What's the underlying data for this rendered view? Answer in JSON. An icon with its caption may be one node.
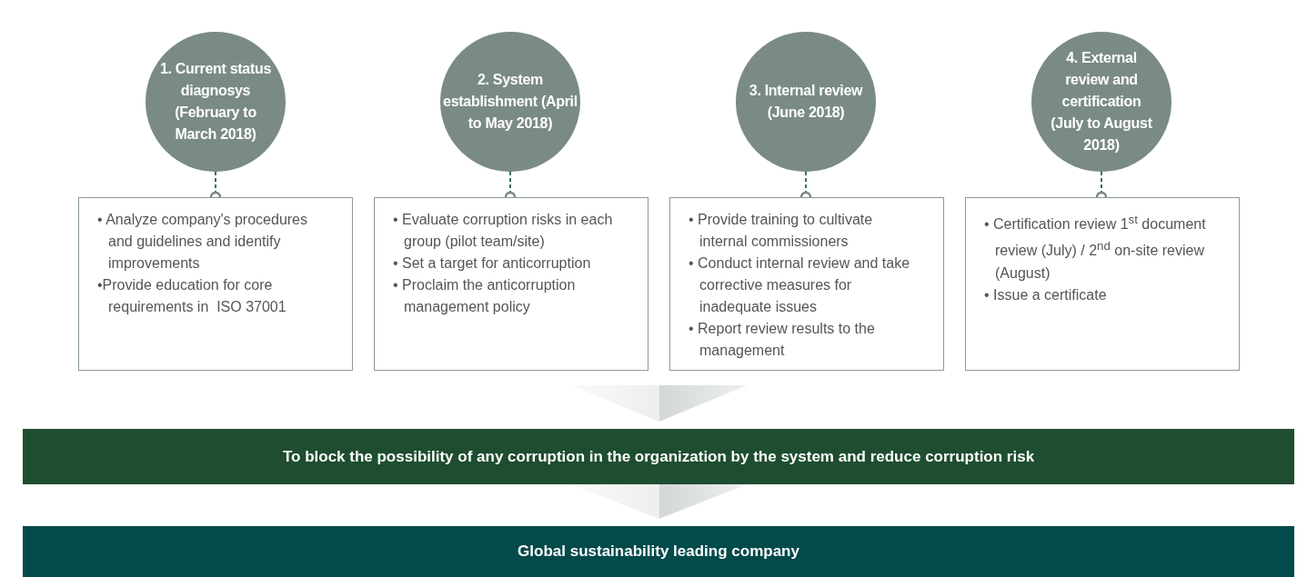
{
  "diagram": {
    "nodes": [
      {
        "text": [
          "1. Current status diagnosys (February to March 2018)"
        ]
      },
      {
        "text": [
          "2. System establishment (April to May 2018)"
        ]
      },
      {
        "text": [
          "3. Internal review (June 2018)"
        ]
      },
      {
        "text": [
          "4. External review and certification (July to August 2018)"
        ]
      },
      {
        "text": [
          "• Analyze company's procedures and guidelines and identify improvements",
          "•Provide education for core requirements in  ISO 37001"
        ]
      },
      {
        "text": [
          "• Evaluate corruption risks in each group (pilot team/site)",
          "• Set a target for anticorruption",
          "• Proclaim the anticorruption management policy"
        ]
      },
      {
        "text": [
          "• Provide training to cultivate internal commissioners",
          "• Conduct internal review and take corrective measures for inadequate issues",
          "• Report review results to the management"
        ]
      },
      {
        "text": [
          "• Certification review 1$^{st}$ document review (July) / 2$^{nd}$ on-site review (August)",
          "• Issue a certificate"
        ]
      },
      {
        "text": [
          "To block the possibility of any corruption in the organization by the system and reduce corruption risk"
        ]
      },
      {
        "text": [
          "Global sustainability leading company"
        ]
      }
    ],
    "edges": [
      {
        "from": 0,
        "to": 4,
        "arrow": "other",
        "style": "dashed"
      },
      {
        "from": 1,
        "to": 5,
        "arrow": "other",
        "style": "dashed"
      },
      {
        "from": 2,
        "to": 6,
        "arrow": "other",
        "style": "dashed"
      },
      {
        "from": 3,
        "to": 7,
        "arrow": "other",
        "style": "dashed"
      },
      {
        "from": null,
        "to": 8,
        "arrow": "to",
        "style": "thick"
      },
      {
        "from": 8,
        "to": 9,
        "arrow": "to",
        "style": "thick"
      }
    ]
  }
}
